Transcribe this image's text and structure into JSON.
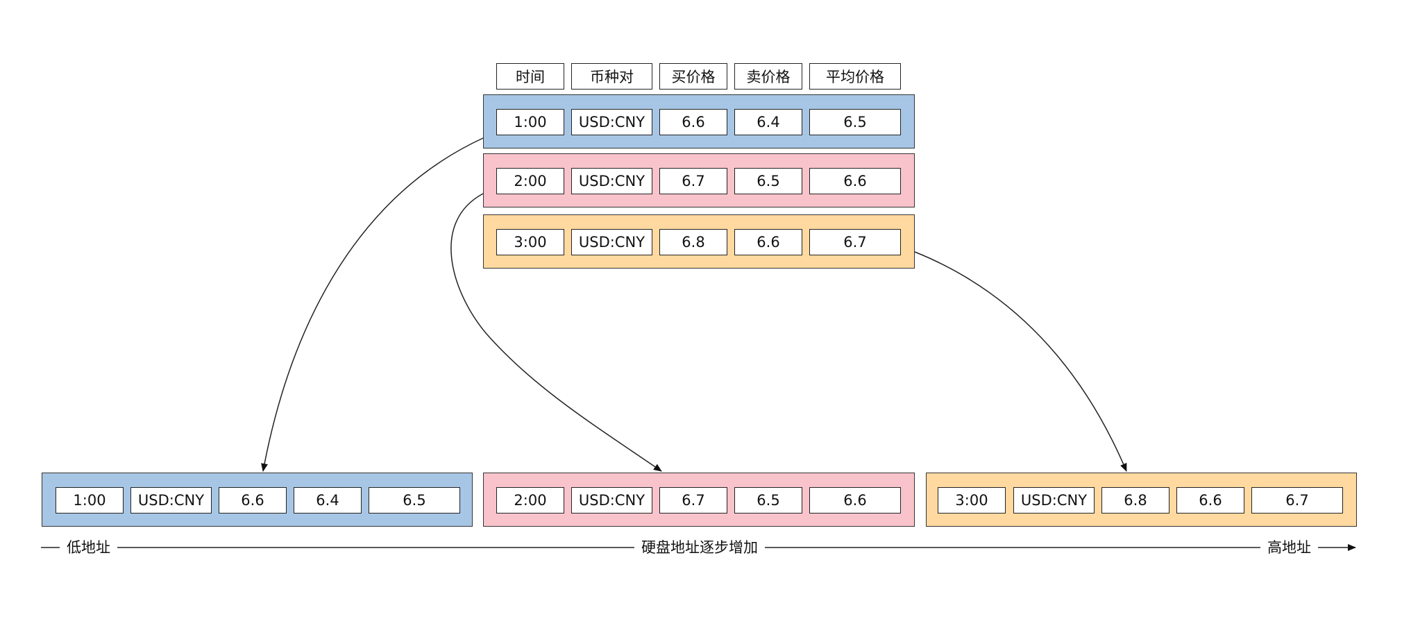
{
  "headers": [
    "时间",
    "币种对",
    "买价格",
    "卖价格",
    "平均价格"
  ],
  "records": [
    {
      "id": "record-1",
      "color": "blue",
      "fill": "#a7c6e5",
      "cells": [
        "1:00",
        "USD:CNY",
        "6.6",
        "6.4",
        "6.5"
      ]
    },
    {
      "id": "record-2",
      "color": "pink",
      "fill": "#f8c3cb",
      "cells": [
        "2:00",
        "USD:CNY",
        "6.7",
        "6.5",
        "6.6"
      ]
    },
    {
      "id": "record-3",
      "color": "orange",
      "fill": "#ffd99f",
      "cells": [
        "3:00",
        "USD:CNY",
        "6.8",
        "6.6",
        "6.7"
      ]
    }
  ],
  "disk_blocks": [
    {
      "id": "disk-block-1",
      "color": "blue",
      "cells": [
        "1:00",
        "USD:CNY",
        "6.6",
        "6.4",
        "6.5"
      ]
    },
    {
      "id": "disk-block-2",
      "color": "pink",
      "cells": [
        "2:00",
        "USD:CNY",
        "6.7",
        "6.5",
        "6.6"
      ]
    },
    {
      "id": "disk-block-3",
      "color": "orange",
      "cells": [
        "3:00",
        "USD:CNY",
        "6.8",
        "6.6",
        "6.7"
      ]
    }
  ],
  "axis": {
    "low_label": "低地址",
    "middle_label": "硬盘地址逐步增加",
    "high_label": "高地址"
  }
}
